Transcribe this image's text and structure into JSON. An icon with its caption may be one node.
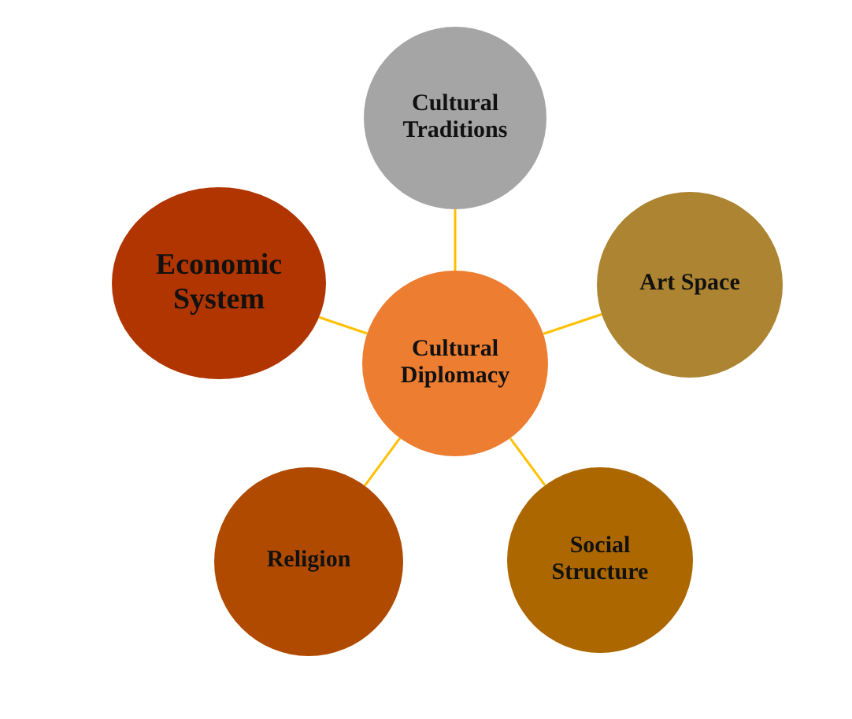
{
  "diagram": {
    "nodes": [
      {
        "text": [
          "Cultural Diplomacy"
        ]
      },
      {
        "text": [
          "Cultural Traditions"
        ]
      },
      {
        "text": [
          "Art Space"
        ]
      },
      {
        "text": [
          "Social Structure"
        ]
      },
      {
        "text": [
          "Religion"
        ]
      },
      {
        "text": [
          "Economic System"
        ]
      }
    ],
    "edges": [
      {
        "from": 0,
        "to": 1,
        "arrow": "none"
      },
      {
        "from": 0,
        "to": 2,
        "arrow": "none"
      },
      {
        "from": 0,
        "to": 3,
        "arrow": "none"
      },
      {
        "from": 0,
        "to": 4,
        "arrow": "none"
      },
      {
        "from": 0,
        "to": 5,
        "arrow": "none"
      }
    ]
  }
}
